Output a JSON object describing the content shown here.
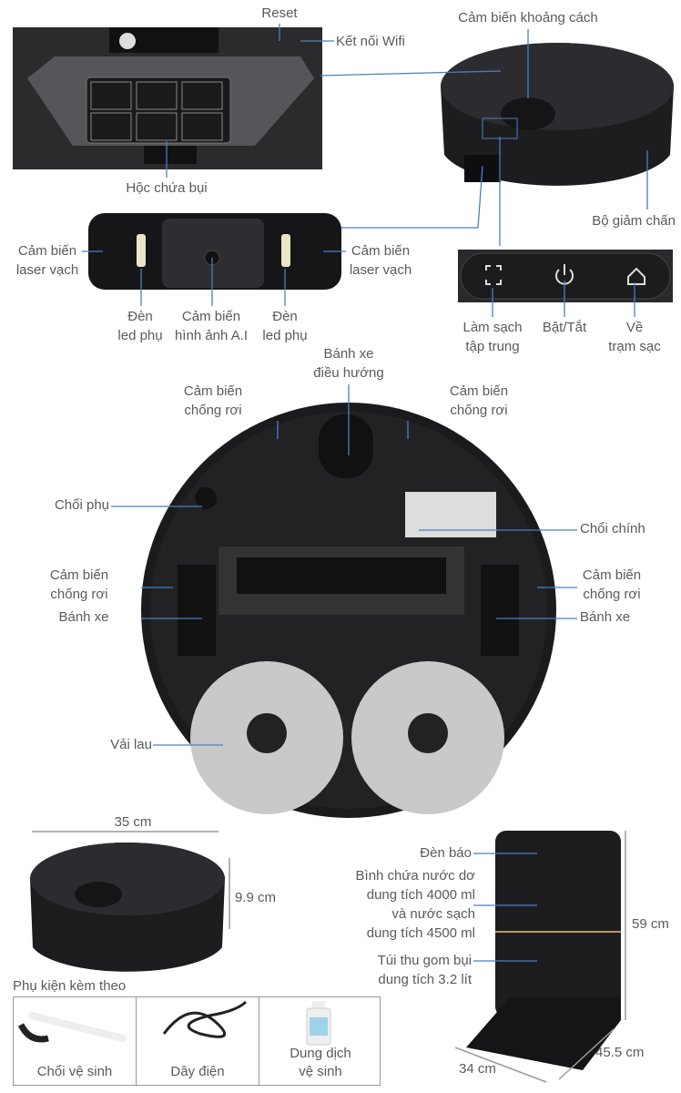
{
  "top_section": {
    "reset": "Reset",
    "wifi": "Kết nối Wifi",
    "distance_sensor": "Cảm biến khoảng cách",
    "dust_bin": "Hộc chứa bụi",
    "bumper": "Bộ giảm chấn",
    "laser_left": [
      "Cảm biến",
      "laser vạch"
    ],
    "laser_right": [
      "Cảm biến",
      "laser vạch"
    ],
    "led_left": [
      "Đèn",
      "led phụ"
    ],
    "ai_camera": [
      "Cảm biến",
      "hình ảnh A.I"
    ],
    "led_right": [
      "Đèn",
      "led phụ"
    ],
    "buttons": [
      {
        "label": [
          "Làm sạch",
          "tập trung"
        ],
        "icon": "focus-clean-icon"
      },
      {
        "label": [
          "Bật/Tắt"
        ],
        "icon": "power-icon"
      },
      {
        "label": [
          "Về",
          "trạm sạc"
        ],
        "icon": "home-icon"
      }
    ]
  },
  "bottom_view": {
    "nav_wheel": [
      "Bánh xe",
      "điều hướng"
    ],
    "cliff_top_left": [
      "Cảm biến",
      "chống rơi"
    ],
    "cliff_top_right": [
      "Cảm biến",
      "chống rơi"
    ],
    "side_brush": "Chổi phụ",
    "main_brush": "Chổi chính",
    "cliff_left": [
      "Cảm biến",
      "chống rơi"
    ],
    "cliff_right": [
      "Cảm biến",
      "chống rơi"
    ],
    "wheel_left": "Bánh xe",
    "wheel_right": "Bánh xe",
    "mop": "Vải lau"
  },
  "dimensions": {
    "robot_width": "35 cm",
    "robot_height": "9.9 cm",
    "station_height": "59 cm",
    "station_depth": "45.5 cm",
    "station_width": "34 cm"
  },
  "station": {
    "indicator": "Đèn báo",
    "water_tank": [
      "Bình chứa nước dơ",
      "dung tích 4000 ml",
      "và nước sạch",
      "dung tích 4500 ml"
    ],
    "dust_bag": [
      "Túi thu gom bụi",
      "dung tích 3.2 lít"
    ]
  },
  "accessories": {
    "title": "Phụ kiện kèm theo",
    "items": [
      {
        "label": [
          "Chổi vệ sinh"
        ]
      },
      {
        "label": [
          "Dây điện"
        ]
      },
      {
        "label": [
          "Dung dịch",
          "vệ sinh"
        ]
      }
    ]
  },
  "colors": {
    "leader": "#4a7fc0",
    "dark": "#1c1c1e",
    "text": "#5a5a5a"
  }
}
